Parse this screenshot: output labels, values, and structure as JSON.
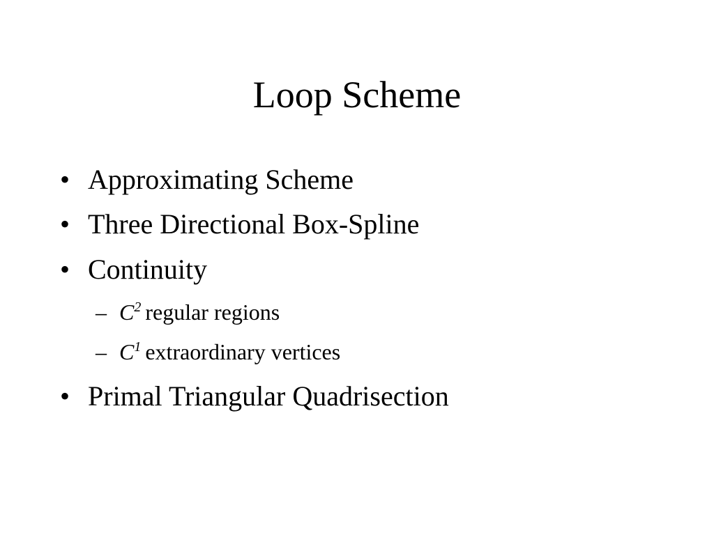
{
  "slide": {
    "title": "Loop Scheme",
    "bullet_marker": "•",
    "sub_marker": "–",
    "bullets": [
      {
        "text": "Approximating Scheme"
      },
      {
        "text": "Three Directional Box-Spline"
      },
      {
        "text": "Continuity"
      },
      {
        "text": "Primal Triangular Quadrisection"
      }
    ],
    "sub_bullets": [
      {
        "symbol": "C",
        "superscript": "2",
        "text": "regular regions"
      },
      {
        "symbol": "C",
        "superscript": "1",
        "text": "extraordinary vertices"
      }
    ]
  }
}
